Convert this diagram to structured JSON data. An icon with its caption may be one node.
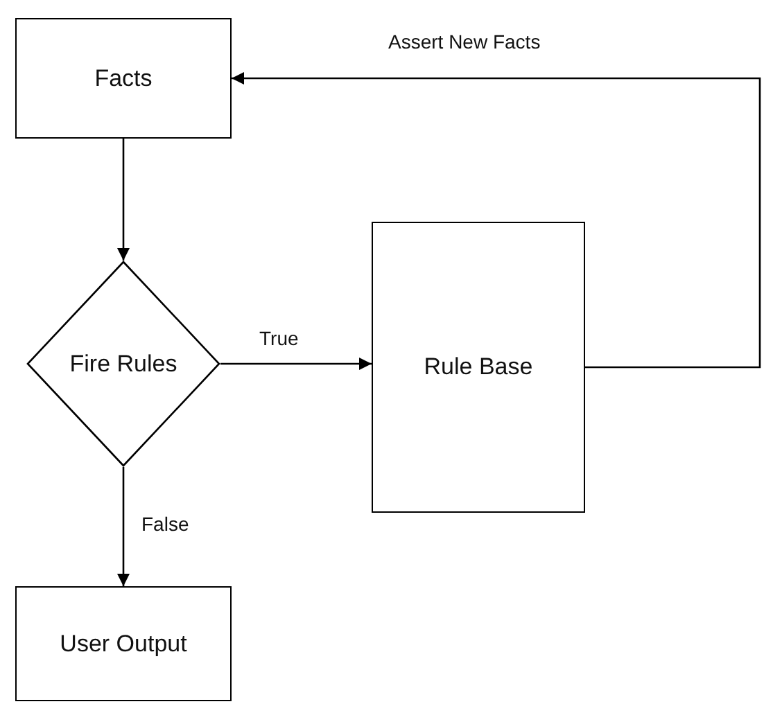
{
  "diagram": {
    "nodes": [
      {
        "text": [
          "Facts"
        ]
      },
      {
        "text": [
          "Fire Rules"
        ]
      },
      {
        "text": [
          "Rule Base"
        ]
      },
      {
        "text": [
          "User Output"
        ]
      }
    ],
    "edges": [
      {
        "from": 0,
        "to": 1,
        "arrow": "to"
      },
      {
        "from": 1,
        "to": 2,
        "arrow": "to",
        "label": "True"
      },
      {
        "from": 1,
        "to": 3,
        "arrow": "to",
        "label": "False"
      },
      {
        "from": 2,
        "to": 0,
        "arrow": "to",
        "label": "Assert New Facts"
      }
    ]
  }
}
